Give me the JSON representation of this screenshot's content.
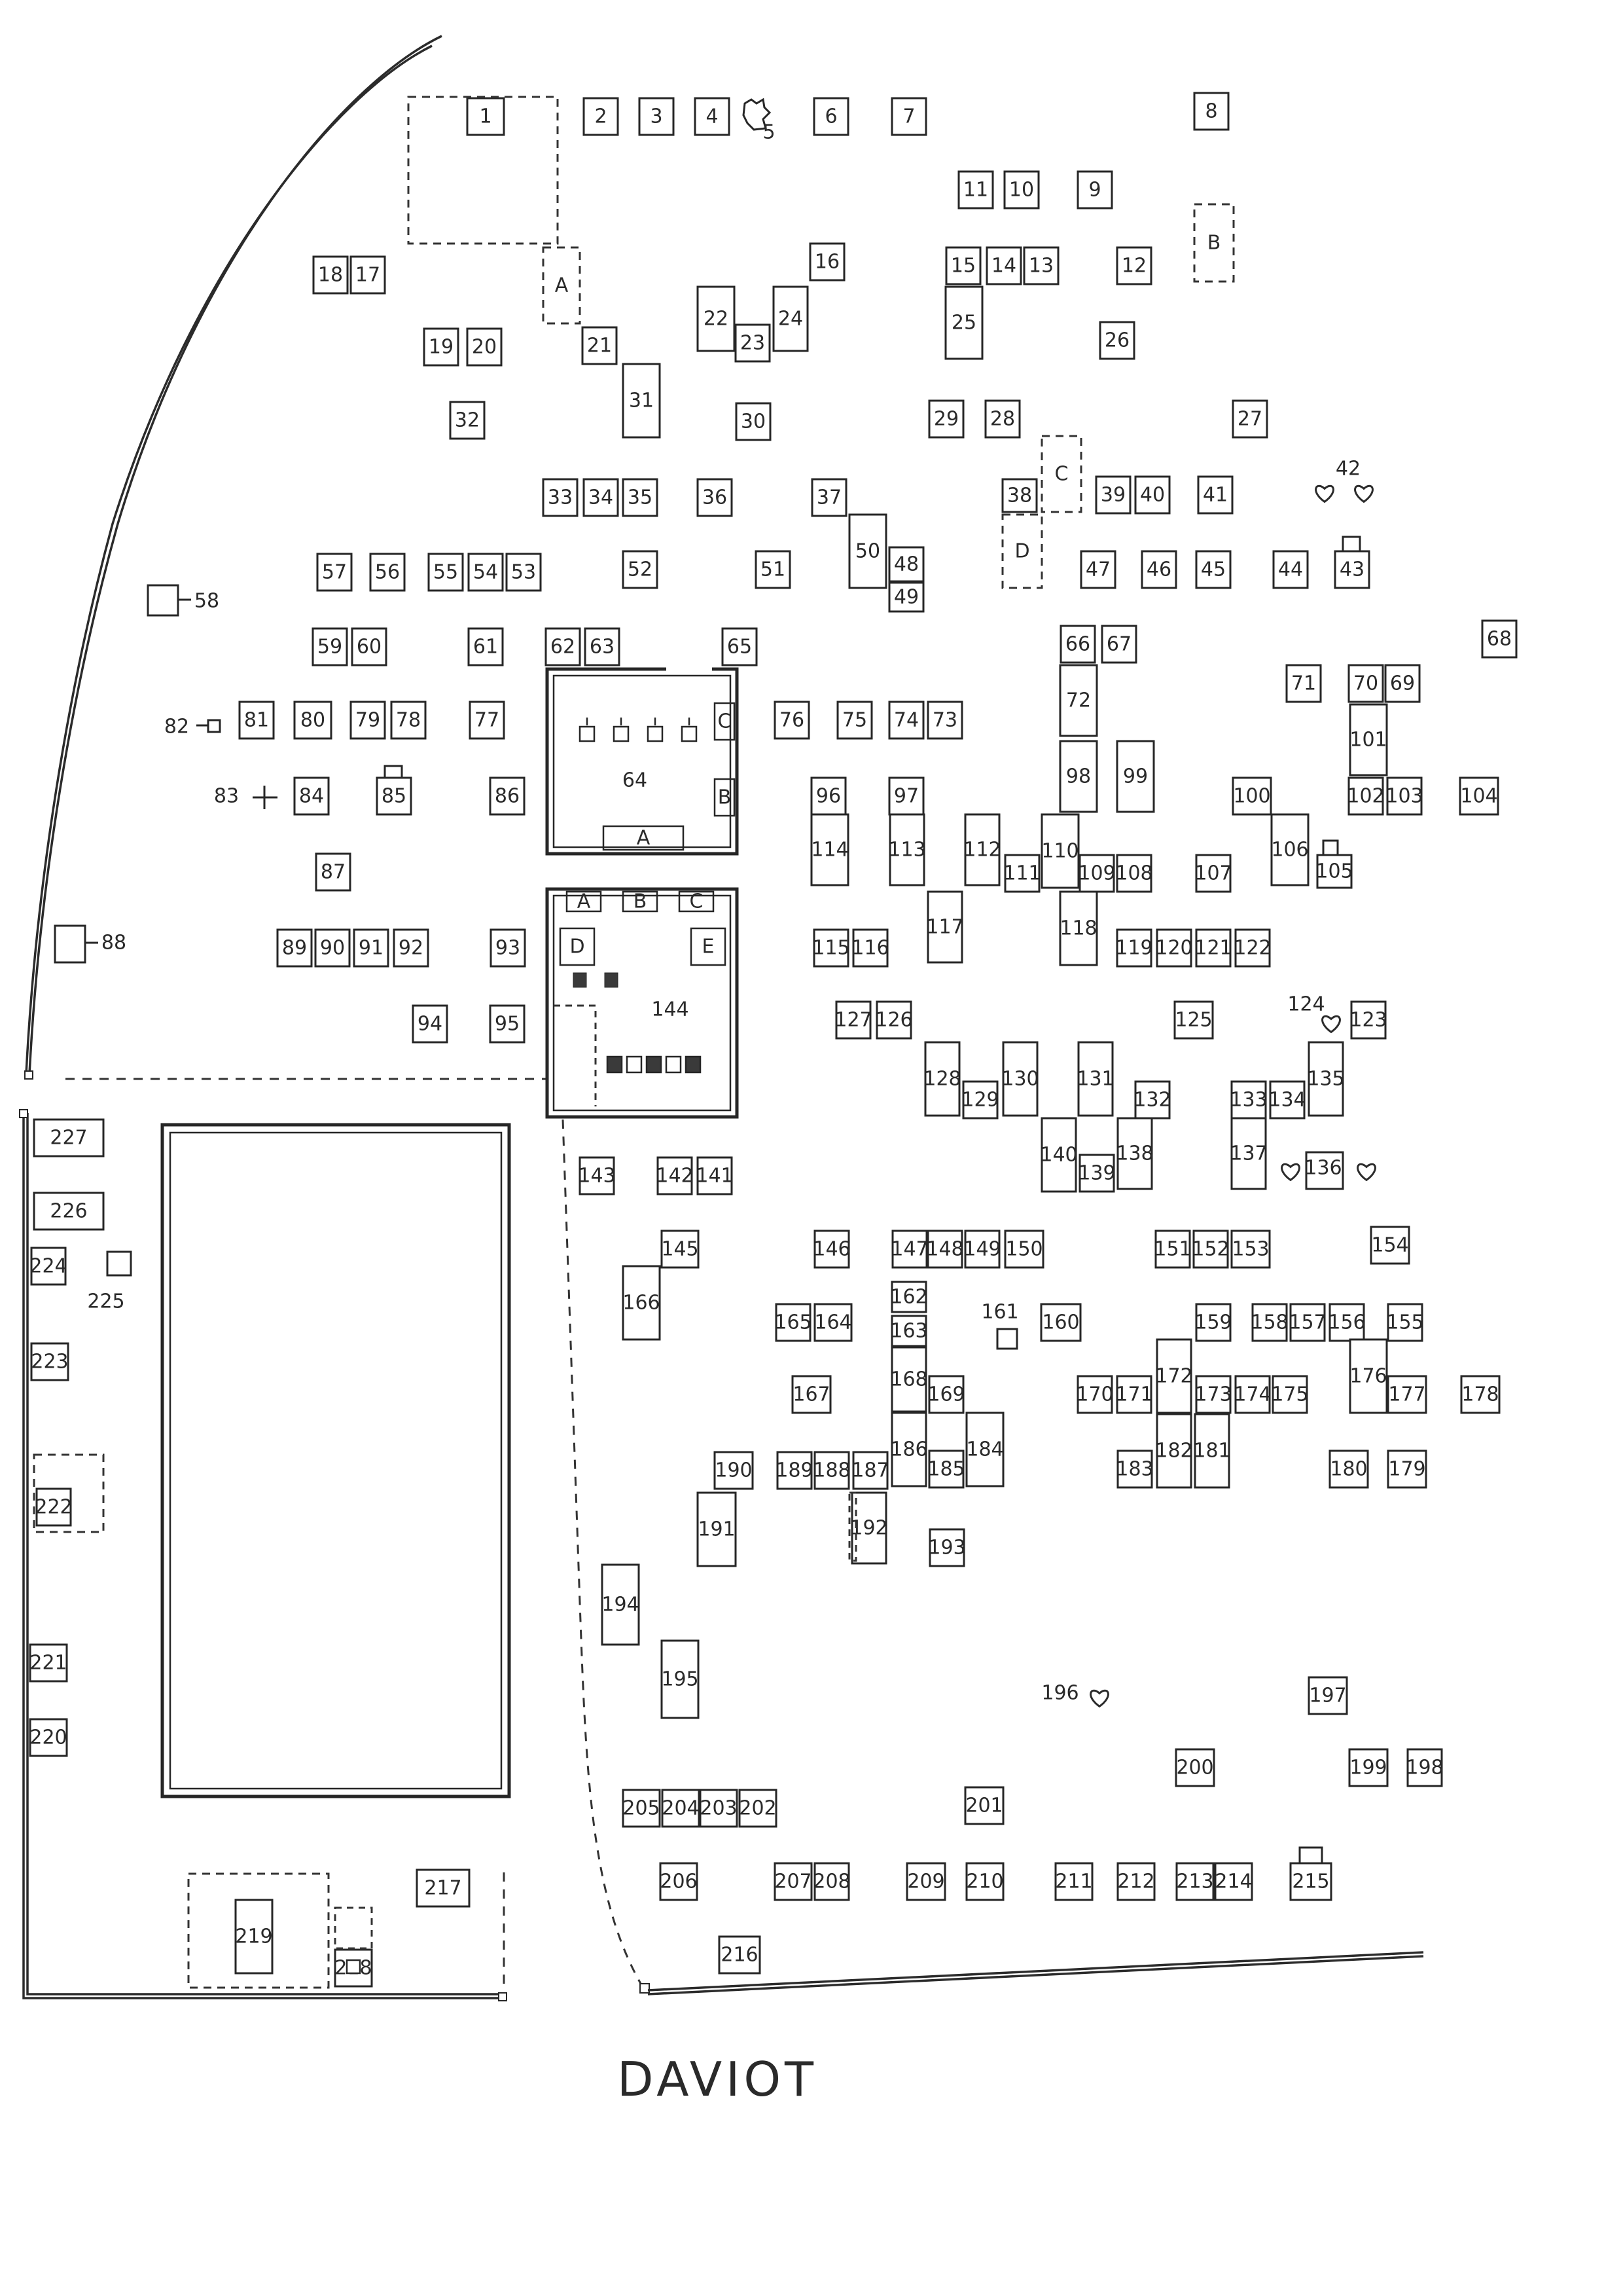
{
  "title": "DAVIOT",
  "colors": {
    "ink": "#262626",
    "paper": "#ffffff"
  },
  "buildings": [
    {
      "id": "64",
      "label": "64",
      "subs": [
        "A",
        "B",
        "C"
      ]
    },
    {
      "id": "144",
      "label": "144",
      "subs": [
        "A",
        "B",
        "C",
        "D",
        "E"
      ]
    }
  ],
  "zones": [
    "A",
    "B",
    "C",
    "D"
  ],
  "hearts": [
    "42",
    "124",
    "136",
    "196"
  ],
  "markers": [
    "5",
    "58",
    "82",
    "83",
    "88",
    "161"
  ],
  "plots": [
    "1",
    "2",
    "3",
    "4",
    "6",
    "7",
    "8",
    "9",
    "10",
    "11",
    "12",
    "13",
    "14",
    "15",
    "16",
    "17",
    "18",
    "19",
    "20",
    "21",
    "22",
    "23",
    "24",
    "25",
    "26",
    "27",
    "28",
    "29",
    "30",
    "31",
    "32",
    "33",
    "34",
    "35",
    "36",
    "37",
    "38",
    "39",
    "40",
    "41",
    "43",
    "44",
    "45",
    "46",
    "47",
    "48",
    "49",
    "50",
    "51",
    "52",
    "53",
    "54",
    "55",
    "56",
    "57",
    "59",
    "60",
    "61",
    "62",
    "63",
    "65",
    "66",
    "67",
    "68",
    "69",
    "70",
    "71",
    "72",
    "73",
    "74",
    "75",
    "76",
    "77",
    "78",
    "79",
    "80",
    "81",
    "84",
    "85",
    "86",
    "87",
    "89",
    "90",
    "91",
    "92",
    "93",
    "94",
    "95",
    "96",
    "97",
    "98",
    "99",
    "100",
    "101",
    "102",
    "103",
    "104",
    "105",
    "106",
    "107",
    "108",
    "109",
    "110",
    "111",
    "112",
    "113",
    "114",
    "115",
    "116",
    "117",
    "118",
    "119",
    "120",
    "121",
    "122",
    "123",
    "125",
    "126",
    "127",
    "128",
    "129",
    "130",
    "131",
    "132",
    "133",
    "134",
    "135",
    "137",
    "138",
    "139",
    "140",
    "141",
    "142",
    "143",
    "145",
    "146",
    "147",
    "148",
    "149",
    "150",
    "151",
    "152",
    "153",
    "154",
    "155",
    "156",
    "157",
    "158",
    "159",
    "160",
    "162",
    "163",
    "164",
    "165",
    "166",
    "167",
    "168",
    "169",
    "170",
    "171",
    "172",
    "173",
    "174",
    "175",
    "176",
    "177",
    "178",
    "179",
    "180",
    "181",
    "182",
    "183",
    "184",
    "185",
    "186",
    "187",
    "188",
    "189",
    "190",
    "191",
    "192",
    "193",
    "194",
    "195",
    "197",
    "198",
    "199",
    "200",
    "201",
    "202",
    "203",
    "204",
    "205",
    "206",
    "207",
    "208",
    "209",
    "210",
    "211",
    "212",
    "213",
    "214",
    "215",
    "216",
    "217",
    "218",
    "219",
    "220",
    "221",
    "222",
    "223",
    "224",
    "225",
    "226",
    "227"
  ]
}
